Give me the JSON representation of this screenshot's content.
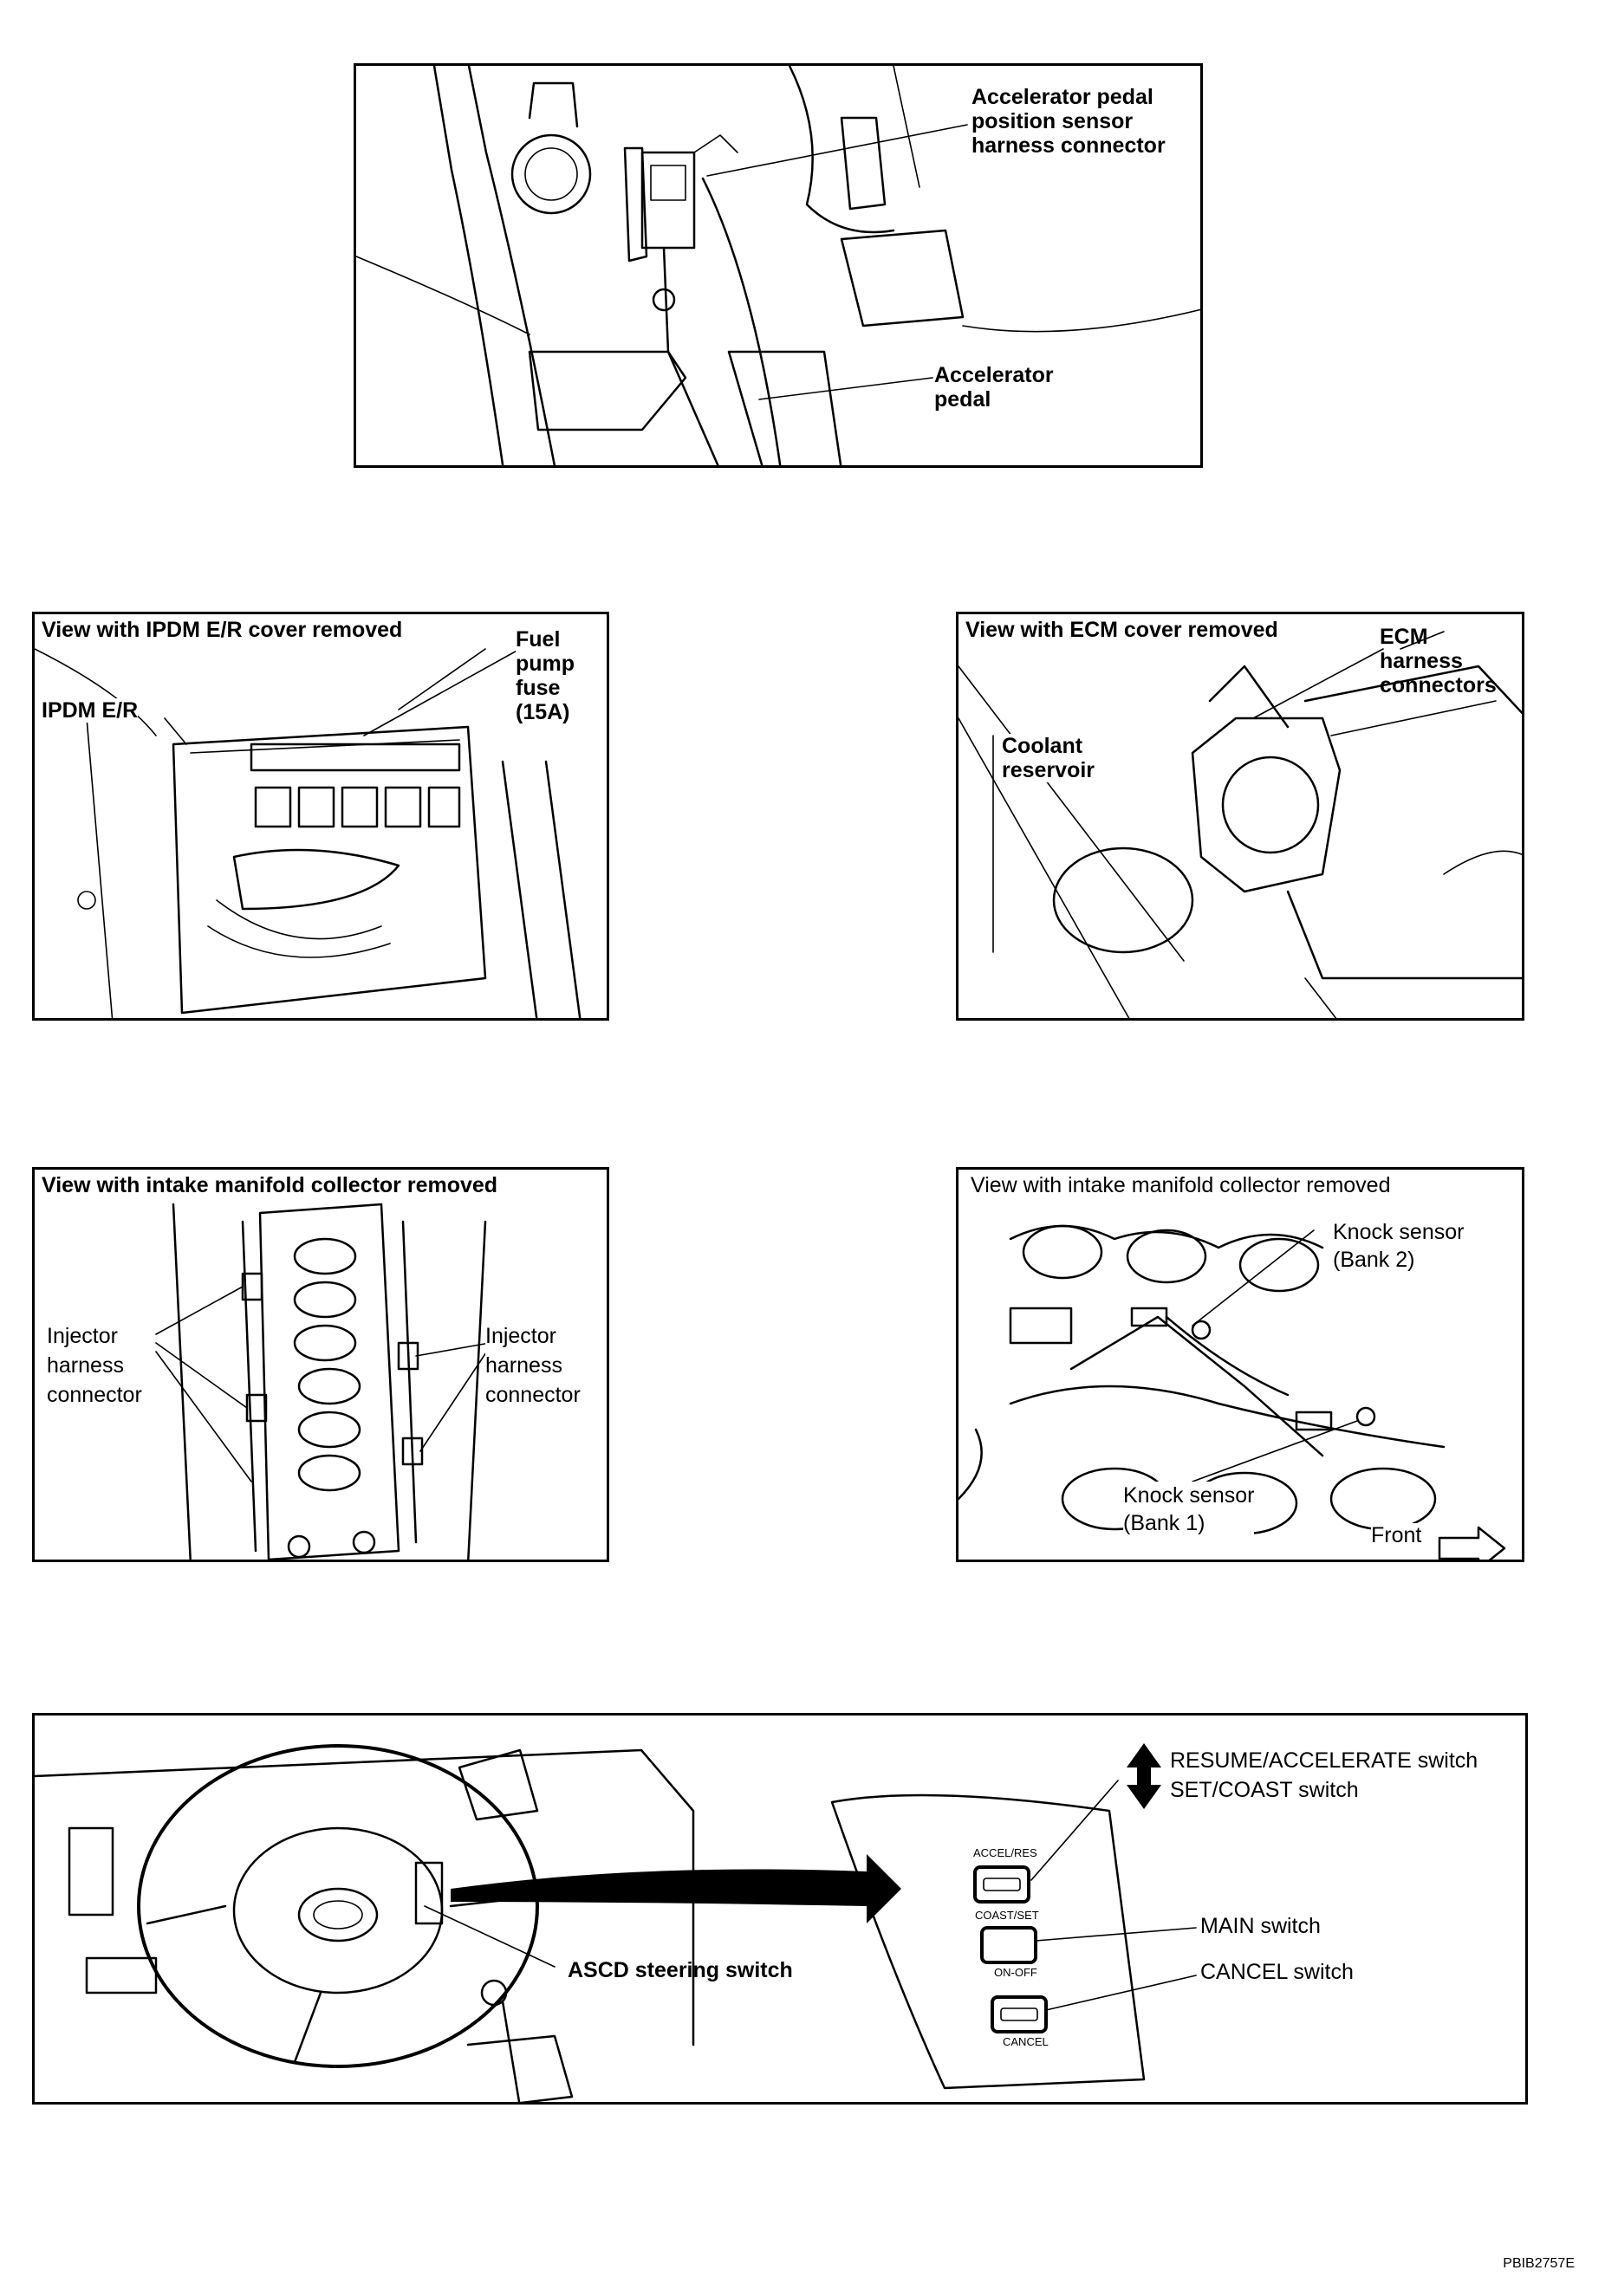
{
  "panels": {
    "accelerator": {
      "sensor_connector": "Accelerator pedal\nposition sensor\nharness connector",
      "pedal": "Accelerator\npedal"
    },
    "ipdm": {
      "header": "View with IPDM E/R cover removed",
      "ipdm": "IPDM E/R",
      "fuse": "Fuel\npump\nfuse\n(15A)"
    },
    "ecm": {
      "header": "View with ECM cover removed",
      "ecm_connectors": "ECM\nharness\nconnectors",
      "coolant": "Coolant\nreservoir"
    },
    "injector": {
      "header": "View with intake manifold collector removed",
      "left_connector": "Injector\nharness\nconnector",
      "right_connector": "Injector\nharness\nconnector"
    },
    "knock": {
      "header": "View with intake manifold collector removed",
      "bank2": "Knock sensor\n(Bank 2)",
      "bank1": "Knock sensor\n(Bank 1)",
      "front": "Front"
    },
    "ascd": {
      "steering_switch": "ASCD steering switch",
      "resume": "RESUME/ACCELERATE switch",
      "set": "SET/COAST switch",
      "main": "MAIN switch",
      "cancel": "CANCEL switch",
      "btn_accel": "ACCEL/RES",
      "btn_coast": "COAST/SET",
      "btn_onoff": "ON-OFF",
      "btn_cancel": "CANCEL"
    }
  },
  "document_code": "PBIB2757E"
}
